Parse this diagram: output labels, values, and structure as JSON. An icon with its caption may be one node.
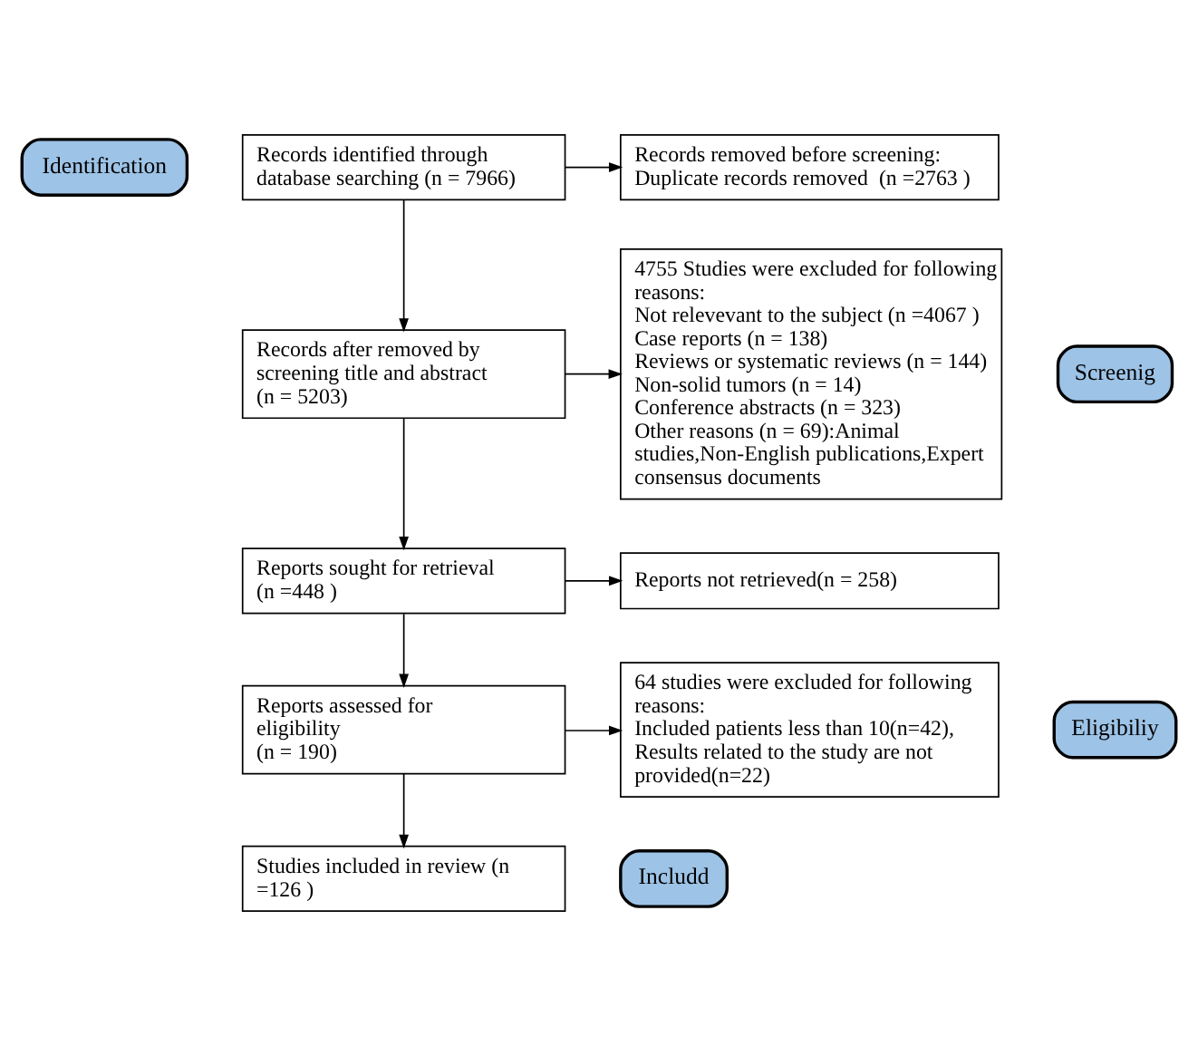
{
  "diagram": {
    "nodes": [
      {
        "text": [
          "Identification"
        ]
      },
      {
        "text": [
          "Records identified through database searching (n = 7966)"
        ]
      },
      {
        "text": [
          "Records removed before screening:",
          "Duplicate records removed  (n =2763 )"
        ]
      },
      {
        "text": [
          "Screenig"
        ]
      },
      {
        "text": [
          "Records after removed by screening title and abstract (n = 5203)"
        ]
      },
      {
        "text": [
          "4755 Studies were excluded for following reasons:",
          "Not relevevant to the subject (n =4067 )",
          "Case reports (n = 138)",
          "Reviews or systematic reviews (n = 144)",
          "Non-solid tumors (n = 14)",
          "Conference abstracts (n = 323)",
          "Other reasons (n = 69):Animal studies,Non-English publications,Expert consensus documents"
        ]
      },
      {
        "text": [
          "Reports sought for retrieval (n =448 )"
        ]
      },
      {
        "text": [
          "Reports not retrieved(n = 258)"
        ]
      },
      {
        "text": [
          "Eligibiliy"
        ]
      },
      {
        "text": [
          "Reports assessed for eligibility",
          "(n = 190)"
        ]
      },
      {
        "text": [
          "64 studies were excluded for following reasons:",
          "Included patients less than 10(n=42),",
          "Results related to the study are not provided(n=22)"
        ]
      },
      {
        "text": [
          "Includd"
        ]
      },
      {
        "text": [
          "Studies included in review (n =126 )"
        ]
      }
    ],
    "edges": [
      {
        "from": 1,
        "to": 2,
        "arrow": "to"
      },
      {
        "from": 1,
        "to": 4,
        "arrow": "to"
      },
      {
        "from": 4,
        "to": 5,
        "arrow": "to"
      },
      {
        "from": 4,
        "to": 6,
        "arrow": "to"
      },
      {
        "from": 6,
        "to": 7,
        "arrow": "to"
      },
      {
        "from": 6,
        "to": 9,
        "arrow": "to"
      },
      {
        "from": 9,
        "to": 10,
        "arrow": "to"
      },
      {
        "from": 9,
        "to": 12,
        "arrow": "to"
      }
    ]
  }
}
